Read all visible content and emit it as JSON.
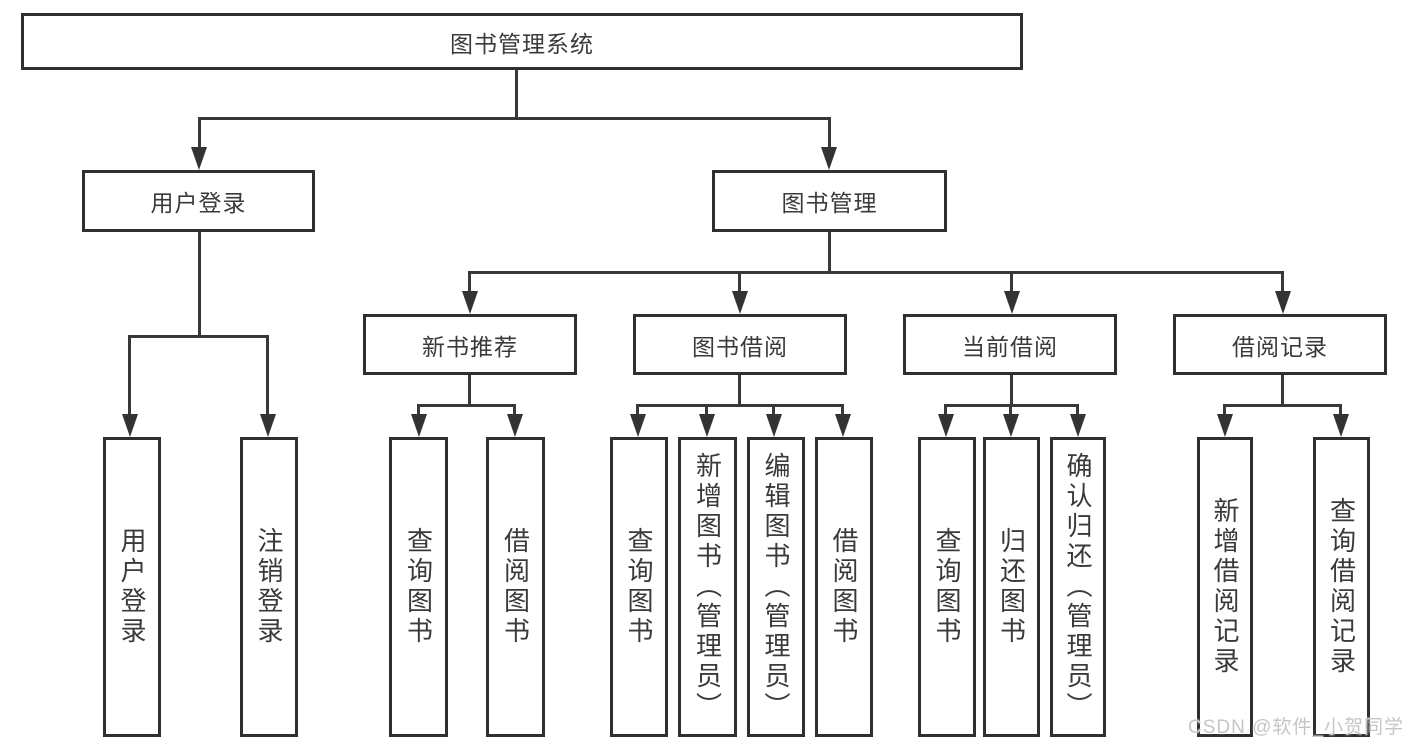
{
  "tree": {
    "root": {
      "label": "图书管理系统",
      "children": [
        {
          "label": "用户登录",
          "children": [
            {
              "label": "用户登录"
            },
            {
              "label": "注销登录"
            }
          ]
        },
        {
          "label": "图书管理",
          "children": [
            {
              "label": "新书推荐",
              "children": [
                {
                  "label": "查询图书"
                },
                {
                  "label": "借阅图书"
                }
              ]
            },
            {
              "label": "图书借阅",
              "children": [
                {
                  "label": "查询图书"
                },
                {
                  "label": "新增图书（管理员）"
                },
                {
                  "label": "编辑图书（管理员）"
                },
                {
                  "label": "借阅图书"
                }
              ]
            },
            {
              "label": "当前借阅",
              "children": [
                {
                  "label": "查询图书"
                },
                {
                  "label": "归还图书"
                },
                {
                  "label": "确认归还（管理员）"
                }
              ]
            },
            {
              "label": "借阅记录",
              "children": [
                {
                  "label": "新增借阅记录"
                },
                {
                  "label": "查询借阅记录"
                }
              ]
            }
          ]
        }
      ]
    }
  },
  "watermark": {
    "text": "CSDN @软件_小贺同学"
  },
  "colors": {
    "line": "#383838",
    "box_border": "#2f2f2f",
    "text": "#3a3a3a",
    "watermark": "#c6c6c6",
    "background": "#ffffff"
  }
}
